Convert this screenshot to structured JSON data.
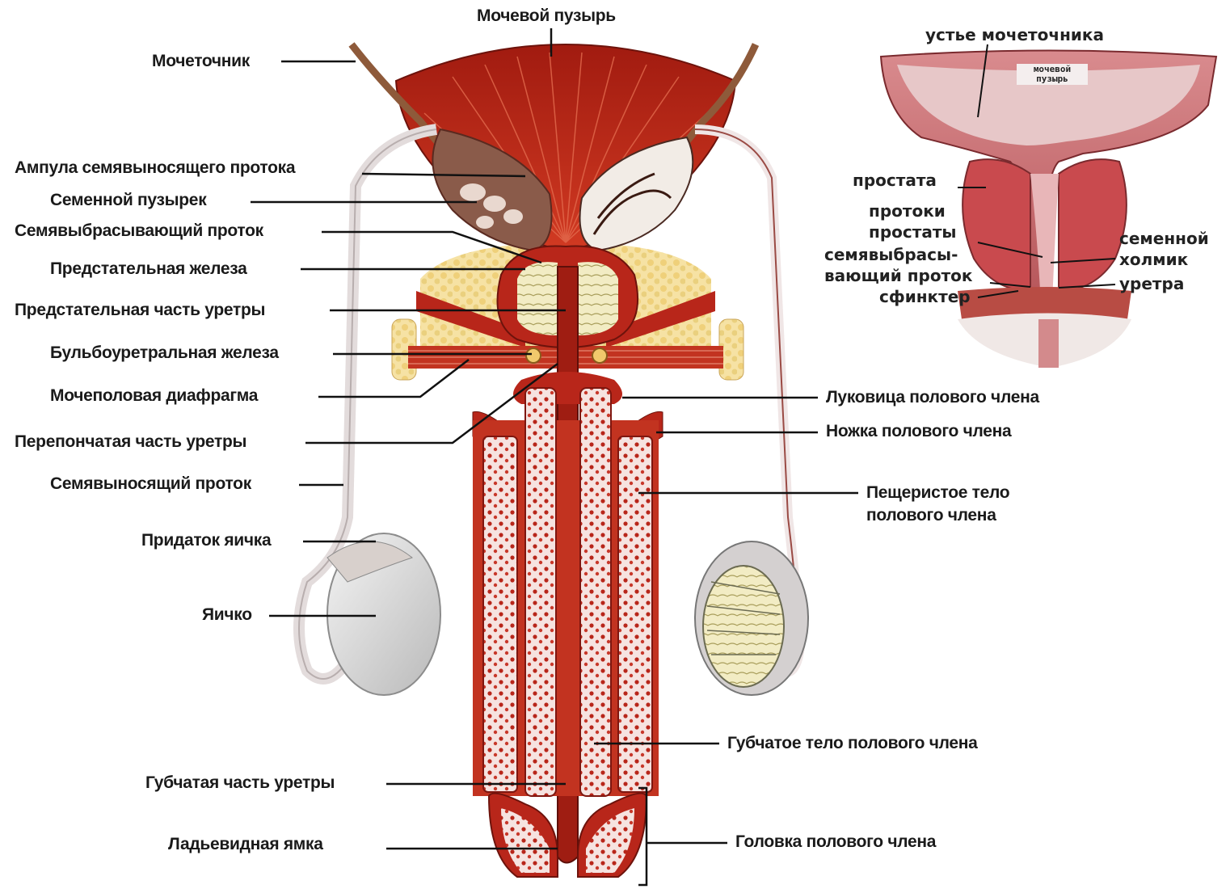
{
  "title": "Мочевой пузырь",
  "left_labels": {
    "ureter": "Мочеточник",
    "ampulla": "Ампула семявыносящего протока",
    "seminal_vesicle": "Семенной пузырек",
    "ejaculatory_duct": "Семявыбрасывающий проток",
    "prostate": "Предстательная железа",
    "prostatic_urethra": "Предстательная часть уретры",
    "bulbourethral_gland": "Бульбоуретральная железа",
    "urogenital_diaphragm": "Мочеполовая диафрагма",
    "membranous_urethra": "Перепончатая часть уретры",
    "vas_deferens": "Семявыносящий проток",
    "epididymis": "Придаток яичка",
    "testis": "Яичко",
    "spongy_urethra": "Губчатая часть уретры",
    "navicular_fossa": "Ладьевидная ямка"
  },
  "right_labels": {
    "bulb": "Луковица полового члена",
    "crus": "Ножка полового члена",
    "cavernous_body_line1": "Пещеристое тело",
    "cavernous_body_line2": "полового члена",
    "spongy_body": "Губчатое тело полового члена",
    "glans": "Головка полового члена"
  },
  "inset": {
    "ureter_orifice": "устье мочеточника",
    "bladder_line1": "мочевой",
    "bladder_line2": "пузырь",
    "prostate": "простата",
    "ducts_line1": "протоки",
    "ducts_line2": "простаты",
    "colliculus_line1": "семенной",
    "colliculus_line2": "холмик",
    "ejac_line1": "семявыбрасы-",
    "ejac_line2": "вающий проток",
    "urethra": "уретра",
    "sphincter": "сфинктер"
  },
  "colors": {
    "organ_red": "#b8261a",
    "dark_red": "#7e160f",
    "tissue_pink": "#f3d6d3",
    "fat_yellow": "#f2d98a",
    "testis_grey": "#dcdcdc",
    "leader_line": "#111111"
  }
}
